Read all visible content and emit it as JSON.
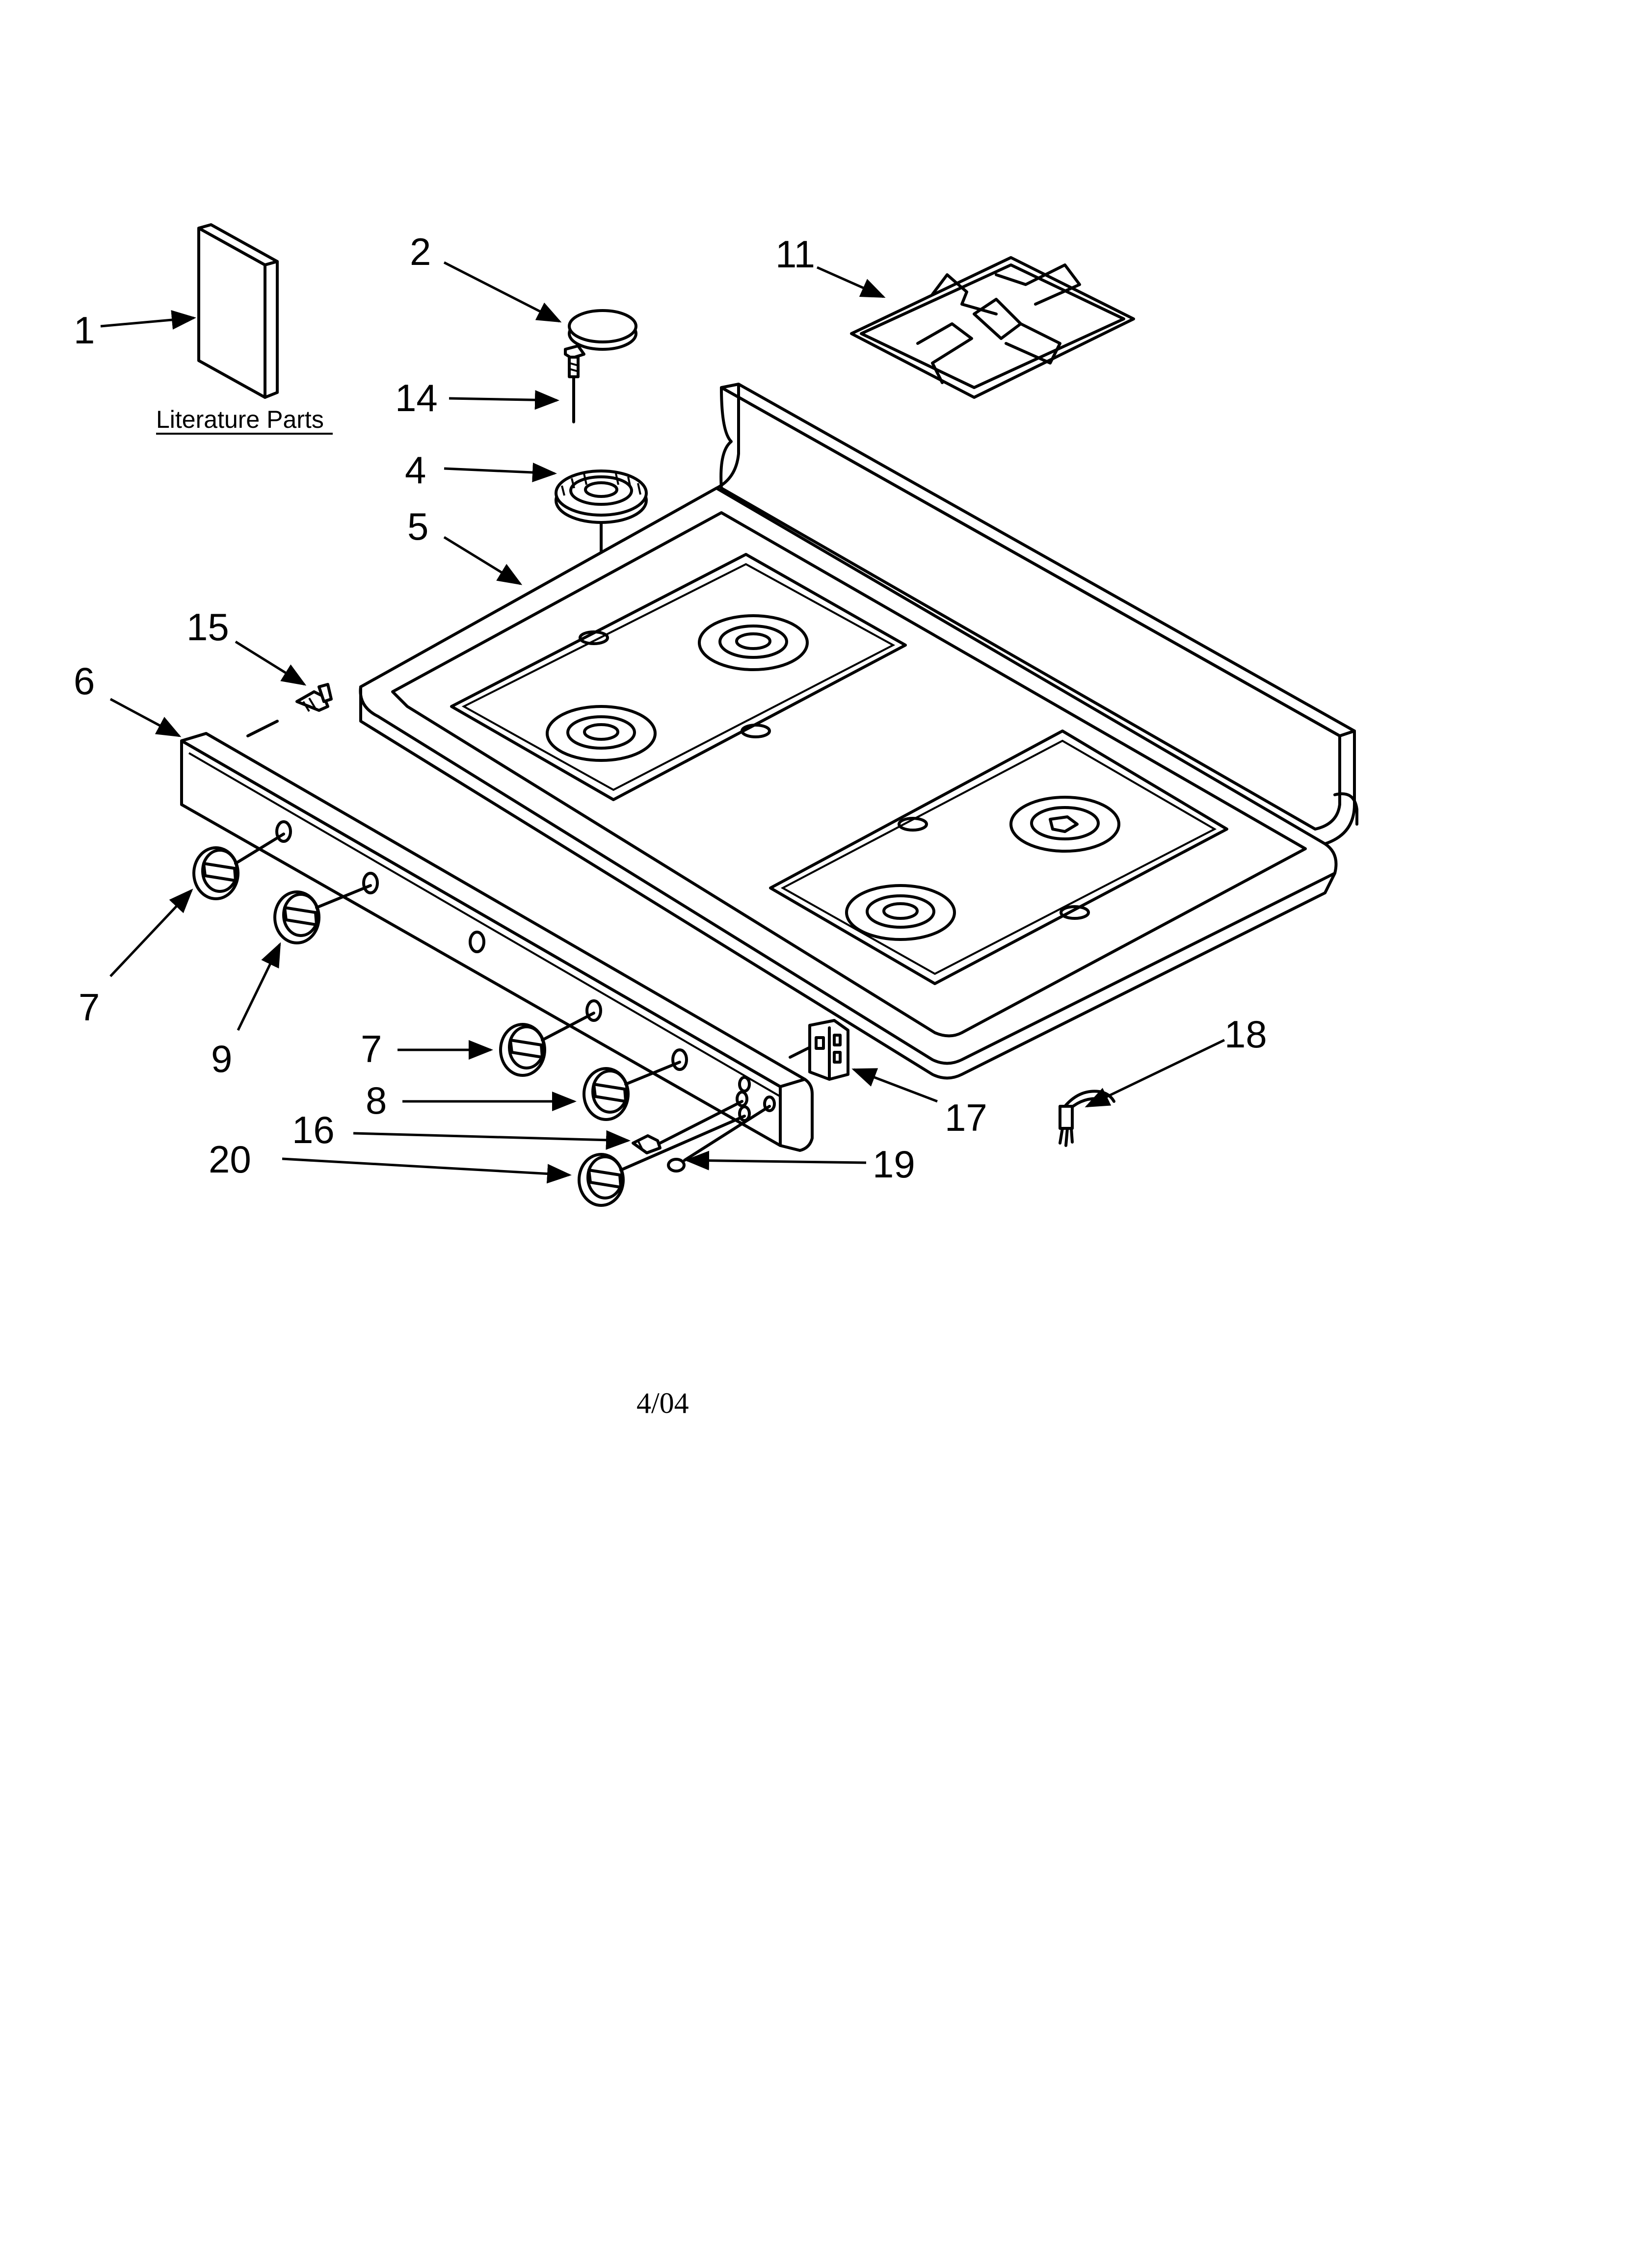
{
  "literature": {
    "caption": "Literature Parts"
  },
  "callouts": {
    "c1": "1",
    "c2": "2",
    "c4": "4",
    "c5": "5",
    "c6": "6",
    "c7a": "7",
    "c7b": "7",
    "c8": "8",
    "c9": "9",
    "c11": "11",
    "c14": "14",
    "c15": "15",
    "c16": "16",
    "c17": "17",
    "c18": "18",
    "c19": "19",
    "c20": "20"
  },
  "footer": {
    "date": "4/04"
  }
}
